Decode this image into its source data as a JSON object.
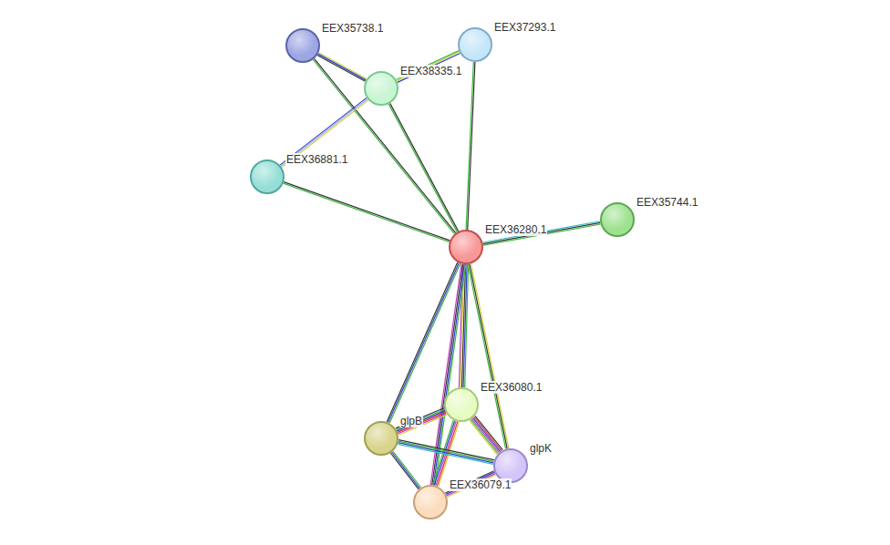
{
  "diagram": {
    "nodes": [
      {
        "text": [
          "EEX35738.1"
        ]
      },
      {
        "text": [
          "EEX37293.1"
        ]
      },
      {
        "text": [
          "EEX38335.1"
        ]
      },
      {
        "text": [
          "EEX36881.1"
        ]
      },
      {
        "text": [
          "EEX35744.1"
        ]
      },
      {
        "text": [
          "EEX36280.1"
        ]
      },
      {
        "text": [
          "EEX36080.1"
        ]
      },
      {
        "text": [
          "glpB"
        ]
      },
      {
        "text": [
          "glpK"
        ]
      },
      {
        "text": [
          "EEX36079.1"
        ]
      }
    ],
    "edges": [
      {
        "from": 0,
        "to": 2,
        "arrow": "none"
      },
      {
        "from": 0,
        "to": 5,
        "arrow": "none"
      },
      {
        "from": 1,
        "to": 2,
        "arrow": "none"
      },
      {
        "from": 1,
        "to": 5,
        "arrow": "none"
      },
      {
        "from": 2,
        "to": 3,
        "arrow": "none"
      },
      {
        "from": 2,
        "to": 5,
        "arrow": "none"
      },
      {
        "from": 3,
        "to": 5,
        "arrow": "none"
      },
      {
        "from": 4,
        "to": 5,
        "arrow": "none"
      },
      {
        "from": 5,
        "to": 6,
        "arrow": "none"
      },
      {
        "from": 5,
        "to": 7,
        "arrow": "none"
      },
      {
        "from": 5,
        "to": 8,
        "arrow": "none"
      },
      {
        "from": 5,
        "to": 9,
        "arrow": "none"
      },
      {
        "from": 6,
        "to": 7,
        "arrow": "none"
      },
      {
        "from": 6,
        "to": 8,
        "arrow": "none"
      },
      {
        "from": 6,
        "to": 9,
        "arrow": "none"
      },
      {
        "from": 7,
        "to": 8,
        "arrow": "none"
      },
      {
        "from": 7,
        "to": 9,
        "arrow": "none"
      },
      {
        "from": 8,
        "to": 9,
        "arrow": "none"
      }
    ]
  }
}
